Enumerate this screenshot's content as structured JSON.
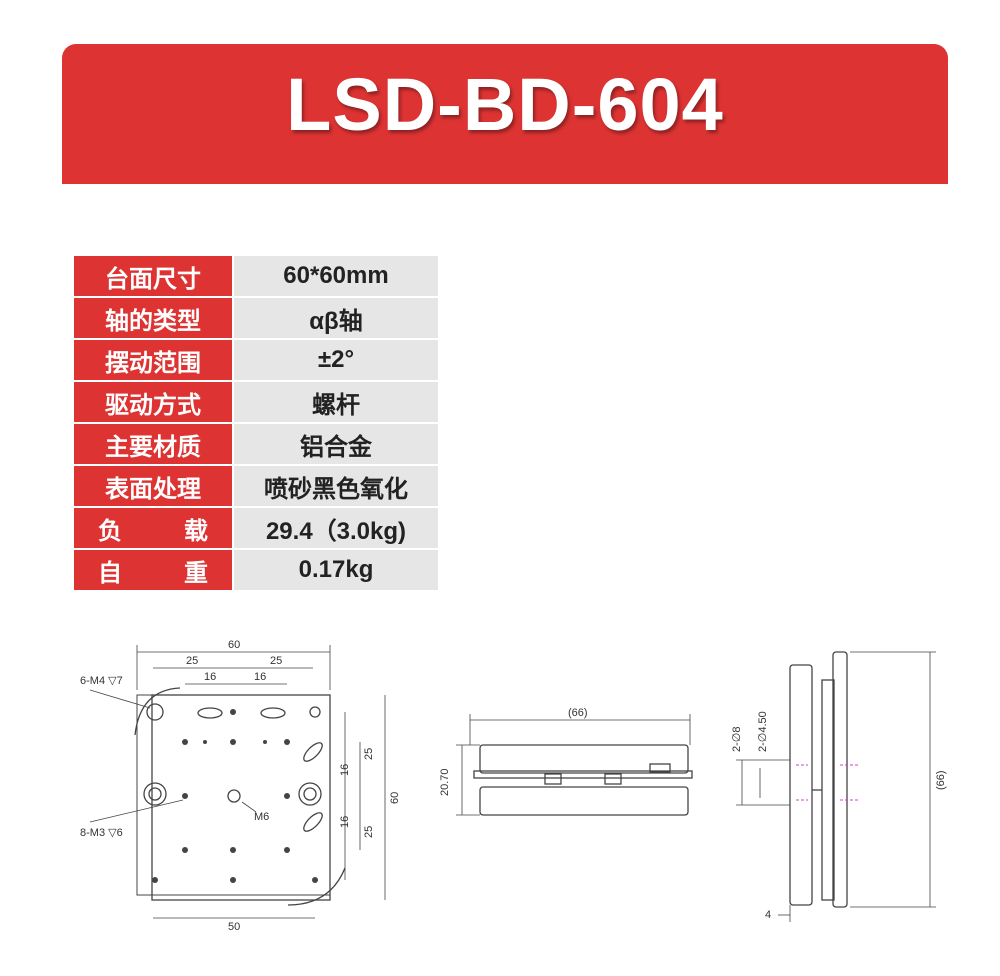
{
  "banner": {
    "title": "LSD-BD-604"
  },
  "specs": [
    {
      "key": "台面尺寸",
      "value": "60*60mm"
    },
    {
      "key": "轴的类型",
      "value": "αβ轴"
    },
    {
      "key": "摆动范围",
      "value": "±2°"
    },
    {
      "key": "驱动方式",
      "value": "螺杆"
    },
    {
      "key": "主要材质",
      "value": "铝合金"
    },
    {
      "key": "表面处理",
      "value": "喷砂黑色氧化"
    },
    {
      "key": "负载",
      "value": "29.4（3.0kg)"
    },
    {
      "key": "自重",
      "value": "0.17kg"
    }
  ],
  "drawing": {
    "top_view": {
      "width_60": "60",
      "dim_25_left": "25",
      "dim_25_right": "25",
      "dim_16_left": "16",
      "dim_16_right": "16",
      "hole_callout_m4": "6-M4 ▽7",
      "hole_callout_m3": "8-M3 ▽6",
      "center_thread": "M6",
      "bottom_50": "50",
      "right_25_top": "25",
      "right_16_top": "16",
      "right_16_bottom": "16",
      "right_25_bottom": "25",
      "height_60": "60"
    },
    "front_view": {
      "width_66": "(66)",
      "height_label": "20.70"
    },
    "side_view": {
      "dia_8": "2-∅8",
      "dia_45": "2-∅4.50",
      "height_66": "(66)",
      "bottom_4": "4"
    }
  }
}
